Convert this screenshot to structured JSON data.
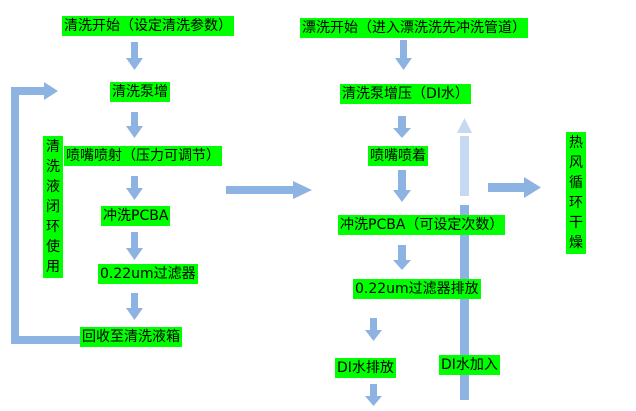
{
  "colors": {
    "box_fill": "#00ff00",
    "arrow": "#8db3e2",
    "arrow_light": "#c6d9f1"
  },
  "left": {
    "start": "清洗开始（设定清洗参数）",
    "pump": "清洗泵增",
    "spray": "喷嘴喷射（压力可调节）",
    "wash": "冲洗PCBA",
    "filter": "0.22um过滤器",
    "recover": "回收至清洗液箱",
    "loop_label": "清洗液闭环使用"
  },
  "right": {
    "start": "漂洗开始（进入漂洗洗先冲洗管道）",
    "pump": "清洗泵增压（DI水）",
    "nozzle": "喷嘴喷着",
    "wash": "冲洗PCBA（可设定次数）",
    "filter": "0.22um过滤器排放",
    "drain": "DI水排放",
    "di_in": "DI水加入",
    "dry_label": "热风循环干燥"
  }
}
